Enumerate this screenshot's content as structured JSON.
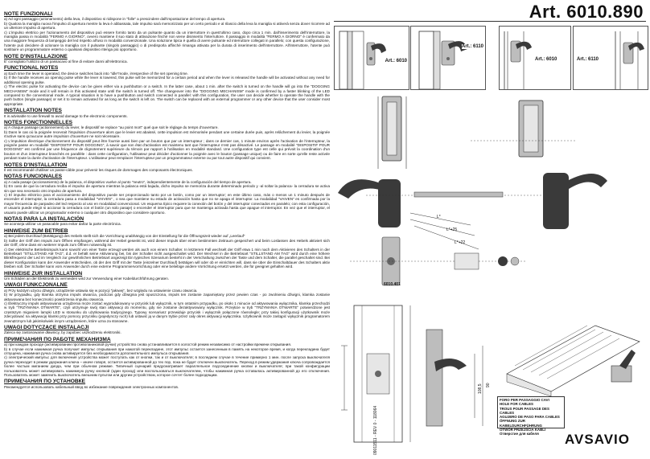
{
  "header": {
    "article": "Art. 6010.890"
  },
  "sections": [
    {
      "title": "NOTE FUNZIONALI",
      "paragraphs": [
        "a) Ad ogni passaggio (azionamento) della leva, il dispositivo si ridispone in \"folle\" a prescindere dall'impostazione del tempo di apertura.",
        "b) Qualora la maniglia nuova l'impulso di apertura mentre la leva è abbassata, tale impulso sarà memorizzato per un certo periodo e al rilascio della leva la maniglia si attiverà senza dover ricorrere ad un ulteriore impulso di apertura.",
        "c) L'impulso elettrico per l'azionamento del dispositivo può essere fornito tanto da un pulsante quanto da un interruttore in quest'ultimo caso, dopo circa 1 min. dall'inserimento dell'interruttore, la maniglia passa in modalità \"FERMO A GIORNO\", ovvero mantiene il suo stato di attivazione finché non viene disinserito l'interruttore. Il passaggio in modalità \"FERMO A GIORNO\" è confermato da una maggiore frequenza di lampeggio del led rispetto all'uso in modalità convenzionale. Una soluzione tipica è quella di avere pulsante ed interruttore collegati in parallelo; con questa configurazione, l'utente può decidere di azionare la maniglia con il pulsante (singolo passaggio) o di predisporla affinché rimanga attivata per la durata di inserimento dell'interruttore. All'interruttore, l'utente può sostituire un programmatore esterno o qualsiasi dispositivo ritenga più opportuno."
      ]
    },
    {
      "title": "NOTE D'INSTALLAZIONE",
      "paragraphs": [
        "E' consigliato l'utilizzo di un passacavo al fine di evitare danni all'elettronica."
      ]
    },
    {
      "title": "FUNCTIONAL NOTES",
      "paragraphs": [
        "a) Each time the lever is operated, the device switches back into \"idle\"mode, irrespective of the set opening time.",
        "b) If the handle receives an opening pulse while the lever is lowered, this pulse will be memorized for a certain period and when the lever is released the handle will be activated without any need for additional opening pulse.",
        "c) The electric pulse for activating the device can be given either via a pushbutton or a switch. In the latter case, about 1 min. after the switch is turned on the handle will go into the \"DOGGING MECHANISM\" mode and it will remain in this activated state until the switch is turned off. The changeover into the \"DOGGING MECHANISM\" mode is confirmed by a faster blinking of the LED compared to the conventional mode. A typical situation is to have a pushbutton and switch connected in parallel: with this configuration, the user can decide whether to operate the handle with the push button (single passage) or set it to remain activated for as long as the switch is left on. The switch can be replaced with an external programmer or any other device that the user consider most appropriate."
      ]
    },
    {
      "title": "INSTALLATION NOTES",
      "paragraphs": [
        "It is advisable to use firewall to avoid damage to the electronic components."
      ]
    },
    {
      "title": "NOTES FONCTIONNELLES",
      "paragraphs": [
        "a) A chaque passage (actionnement) du levier, le dispositif se replace \"au point mort\" quel que soit le réglage du temps d'ouverture.",
        "b) Dans le cas où la poignée recevrait l'impulsion d'ouverture alors que le levier est abaissé, cette impulsion est mémorisée pendant une certaine durée puis, après relâchement du levier, la poignée s'active sans qu'aucune autre impulsion d'ouverture ne soit nécessaire.",
        "c) L'impulsion électrique d'actionnement du dispositif peut être fournie aussi bien par un bouton que par un interrupteur ; dans ce dernier cas, 1 minute environ après l'activation de l'interrupteur, la poignée passe en modalité \"DISPOSITIF POUR DOGGING\", à savoir que son état d'activation est maintenu tant que l'interrupteur n'est pas désactivé. Le passage en modalité \"DISPOSITIF POUR DOGGING\" est confirmé par une fréquence de clignotement supérieure du témoin par rapport à l'utilisation en modalité standard. Une configuration type est celle qui prévoit la coordination d'un bouton et d'un interrupteur branchés en parallèle : dans cette configuration, l'utilisateur peut décider d'actionner la poignée avec le bouton (passage unique) ou de faire en sorte qu'elle reste activée pendant toute la durée d'activation de l'interrupteur. L'utilisateur peut remplacer l'interrupteur par un programmateur externe ou par tout autre dispositif qui convient."
      ]
    },
    {
      "title": "NOTES D'INSTALLATION",
      "paragraphs": [
        "Il est recommandé d'utiliser un passe-câble pour prévenir les risques de dommages des composants électroniques."
      ]
    },
    {
      "title": "NOTAS FUNCIONALES",
      "paragraphs": [
        "a) A cada pasaje (accionamiento) de la palanca, el dispositivo vuelve al punto \"neutro\", independientemente de la configuración del tiempo de apertura.",
        "b) En caso de que la cerradura reciba el impulso de apertura mientras la palanca está bajada, dicho impulso se memoriza durante determinado periodo y -al soltar la palanca- la cerradura se activa sin que sea necesario otro impulso de apertura.",
        "c) El impulso eléctrico para el accionamiento del dispositivo puede ser proporcionado tanto por un botón, como por un interruptor; en este último caso, más o menos un 1 minuto después de encender el interruptor, la cerradura pasa a modalidad \"VAIVEN\" , o sea que mantiene su estado de activación hasta que no se apaga el interruptor. La modalidad \"VAIVEN\" es confirmada por la mayor frecuencia de parpadeo del led respecto al uso en modalidad convencional. Un esquema típico requiere la conexión del botón y del interruptor conectados en paralelo; con esta configuración, el usuario puede elegir si accionar la cerradura con el botón (un solo pasaje) o encender el interruptor para que se mantenga activada hasta que apague el interruptor. En vez que el interruptor, el usuario puede utilizar un programador externo o cualquier otro dispositivo que considere oportuno."
      ]
    },
    {
      "title": "NOTAS PARA LA INSTALACIÓN",
      "paragraphs": [
        "Se aconseja utilizar un pasacable para evitar dañar la parte electrónica."
      ]
    },
    {
      "title": "HINWEISE ZUM BETRIEB",
      "paragraphs": [
        "a) Bei jedem Durchlauf (Betätigung) des Hebels stellt sich die Vorrichtung unabhängig von der Einstellung für die Öffnungszeit wieder auf „Leerlauf“",
        "b) Sollte der Griff den Impuls zum Öffnen empfangen, während der Hebel gesenkt ist, wird dieser Impuls über einen bestimmten Zeitraum gespeichert und beim Loslassen des Hebels aktiviert sich der Griff, ohne dass ein weiterer Impuls zum Öffnen notwendig ist.",
        "c) Der elektrische Betriebsimpuls kann sowohl von einer Taste erzeugt werden als auch von einem Schalter. In letzterem Fall wechselt der Griff etwa 1 min nach dem Aktivieren des Schalters in der Betriebsart \"STILLSTAND AM TAG\", d.d. er behält seine Aktivierung bei, bis der Schalter nicht ausgeschaltet wird. Der Wechsel in die Betriebsart \"STILLSTAND AM TAG\" wird durch eine höhere Blinkfrequenz der Led im Vergleich zur gewöhnlichen Betriebsart angezeigt Ein typisches Szenarium besteht in der Verschaltung zwischen der Taste und dem Schalter, die parallel geschaltet sind. Bei dieser Konfiguration kann der Anwender entscheiden, ob der den Griff mit der Taste (einzelner Durchlauf) betätigen will oder ob er einrichten will, dass sie über die Einschaltdauer des Schalters aktiv bleiben soll. Der Schalter kann vom Anwender durch eine externe Programmiervorrichtung oder eine beliebige andere Vorrichtung ersetzt werden, die für geeignet gehalten wird."
      ]
    },
    {
      "title": "HINWEISE ZUR INSTALLATION",
      "paragraphs": [
        "Um Schäden an der Elektronik zu vermeiden wird zur Verwendung einer Kabeldurchführung geraten."
      ]
    },
    {
      "title": "UWAGI FUNKCJONALNE",
      "paragraphs": [
        "a) Przy każdym użyciu dźwigni, urządzenie ustawia się w pozycji \"jałowej\", bez względu na ustawienie czasu otwarcia.",
        "b) W przypadku, gdy klamka otrzyma impuls otwarcia, podczas gdy dźwignia jest opuszczona, impuls ten zostanie zapamiętany przez pewien czas - po zwolnieniu dźwigni, klamka zostanie aktywowana bez konieczności powtórzenia impulsu otwarcia.",
        "c) Elektryczny impuls aktywowania urządzenia może zostać wyprodukowany w przycisk lub wyłącznik, w tym ostatnim przypadku, po około 1 minucie od aktywowania wyłącznika, klamka przechodzi w tryb \"TRZYMANIA OTWARTE\", czyli utrzymuje swój stan aktywacji do momentu, gdy nie zostanie dezaktywowany wyłącznik. Przejście w tryb \"TRZYMANIA OTWARTE\" potwierdzone jest częstszym miganiem lampki LED w stosunku do użytkowania tradycyjnego. Typowy scenariusz przewiduje przycisk i wyłącznik połączone równolegle; przy takiej konfiguracji użytkownik może zdecydować na aktywację klamki przy pomocy przycisku (pojedynczy ruch) lub ustawić ją w danym trybie przez cały okres aktywacji wyłącznika. Użytkownik może zastąpić wyłącznik programatorem zewnętrznym lub jakimkolwiek innym urządzeniem, które uzna za stosowne."
      ]
    },
    {
      "title": "UWAGI DOTYCZĄCE INSTALACJI",
      "paragraphs": [
        "Zaleca się zastosowanie dławnicy, by zapobiec uszkodzeniu elektroniki."
      ]
    },
    {
      "title": "ПРИМЕЧАНИЯ ПО РАБОТЕ МЕХАНИЗМА",
      "paragraphs": [
        "а) при каждом проходе (активировании противопаниковой ручки) устройство снова устанавливается в холостой режим независимо от настройки времени открывания.",
        "b) в случае если нажимная ручка получает импульс открывания при нажатой перекладине, этот импульс остается занесенным в память на некоторое время, и когда перекладина будет отпущена, нажимная ручка снова активируется без необходимости дополнительного импульса открывания.",
        "c) электрический импульс для включения устройства может поступать как от кнопки, так и от выключателя; в последнем случае в течение примерно 1 мин. после запуска выключателя ручка переходит в режим удержания ключа – иначе говоря, остается активированной до тех пор, пока не будет отключен выключатель. Переход в режим удержания ключа сопровождается более частым миганием диода, чем при обычном режиме. Типичный сценарий предусматривает параллельное подсоединение кнопки и выключателя; при такой конфигурации пользователь может активировать нажимную ручку кнопкой (один проход) или воспользоваться выключателем, чтобы нажимная ручка оставалась активированной до его отключения. Пользователь может заменить выключатель внешним пультом или другим устройством, которое сочтет более подходящим."
      ]
    },
    {
      "title": "ПРИМЕЧАНИЯ ПО УСТАНОВКЕ",
      "paragraphs": [
        "Рекомендуется использовать кабельный ввод во избежание повреждения электронных компонентов."
      ]
    }
  ],
  "figures": {
    "art_6010": "Art.: 6010",
    "art_6110": "Art.: 6110",
    "art_6010_b": "Art.: 6010",
    "art_6110_b": "Art.: 6110",
    "part_6010401": "6010.401",
    "dim_l1": "L*",
    "dim_l2": "L*+25",
    "dim_l3": "L*+22",
    "dim_1085": "108,5",
    "dim_90": "90"
  },
  "cable_note": {
    "lines": [
      "FORO PER PASSAGGIO CAVI",
      "HOLE FOR CABLES",
      "TROUS POUR PASSAGE DES CABLES",
      "AGUJERO DE PASO PARA CABLES",
      "ÖFFNUNG ZUR KABELDURCHFÜHRUNG",
      "OTWÓR PRZEJŚCIA KABLI",
      "Отверстие для кабеля"
    ]
  },
  "footer": {
    "code": "09011511 - REV 0 - 118064",
    "logo": "AVSAVIO"
  },
  "colors": {
    "text": "#111111",
    "line": "#333333",
    "part_dark": "#3a3a3a",
    "part_light": "#bdbdbd"
  }
}
